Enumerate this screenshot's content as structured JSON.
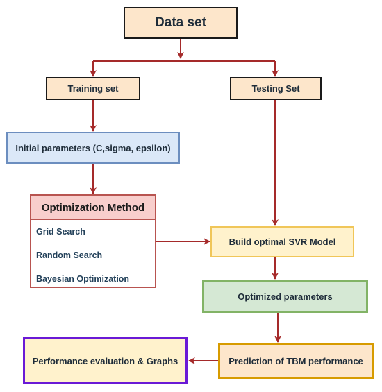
{
  "nodes": {
    "dataset": "Data set",
    "training": "Training set",
    "testing": "Testing Set",
    "initial": "Initial parameters (C,sigma, epsilon)",
    "optimization": {
      "title": "Optimization Method",
      "items": [
        "Grid Search",
        "Random Search",
        "Bayesian Optimization"
      ]
    },
    "build": "Build optimal SVR Model",
    "optimized": "Optimized parameters",
    "prediction": "Prediction of TBM performance",
    "performance": "Performance evaluation & Graphs"
  },
  "colors": {
    "arrow": "#a52a2a",
    "peach": "#fde6cb",
    "blue": "#dbe8f8",
    "pink": "#f8cecc",
    "yellow": "#fff2cc",
    "green": "#d5e8d4",
    "purple_border": "#6a1ad6"
  },
  "edges": [
    [
      "dataset",
      "training"
    ],
    [
      "dataset",
      "testing"
    ],
    [
      "training",
      "initial"
    ],
    [
      "initial",
      "optimization"
    ],
    [
      "testing",
      "build"
    ],
    [
      "optimization",
      "build"
    ],
    [
      "build",
      "optimized"
    ],
    [
      "optimized",
      "prediction"
    ],
    [
      "prediction",
      "performance"
    ]
  ]
}
